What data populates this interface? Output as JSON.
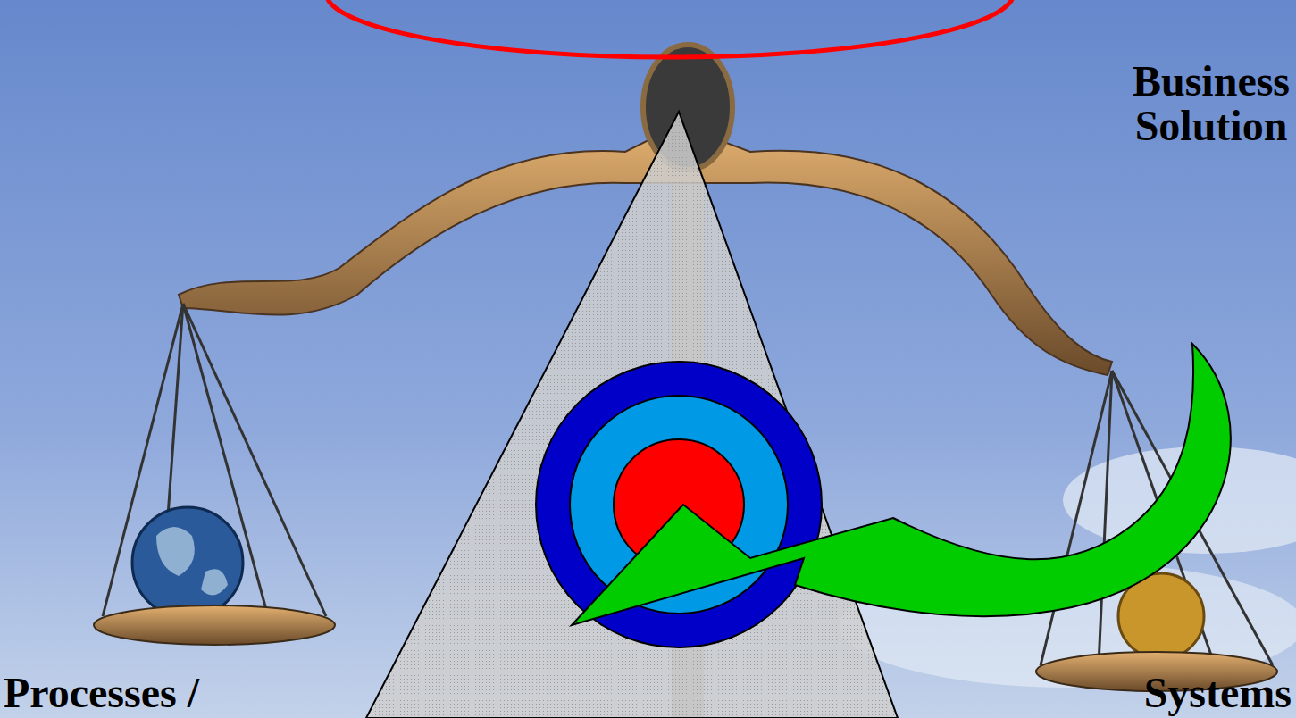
{
  "diagram": {
    "labels": [
      "Business Solution",
      "Processes /",
      "Systems"
    ]
  }
}
